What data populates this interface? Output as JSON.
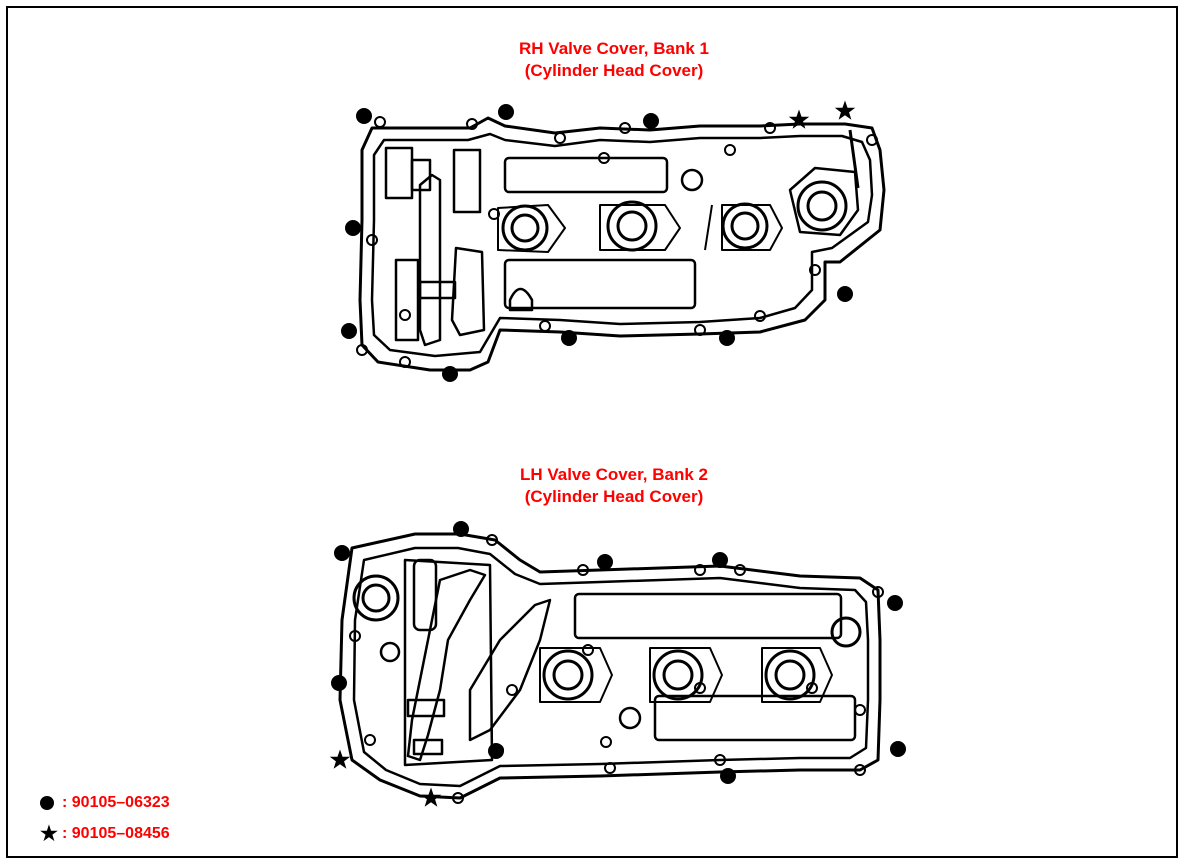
{
  "rh_cover": {
    "title_line1": "RH Valve Cover, Bank 1",
    "title_line2": "(Cylinder Head Cover)"
  },
  "lh_cover": {
    "title_line1": "LH Valve Cover, Bank 2",
    "title_line2": "(Cylinder Head Cover)"
  },
  "legend": {
    "dot_label": ": 90105–06323",
    "star_label": ": 90105–08456"
  },
  "colors": {
    "label_red": "#ff0000",
    "line_black": "#000000"
  },
  "icons": {
    "dot": "filled-circle-icon",
    "star": "star-icon"
  }
}
